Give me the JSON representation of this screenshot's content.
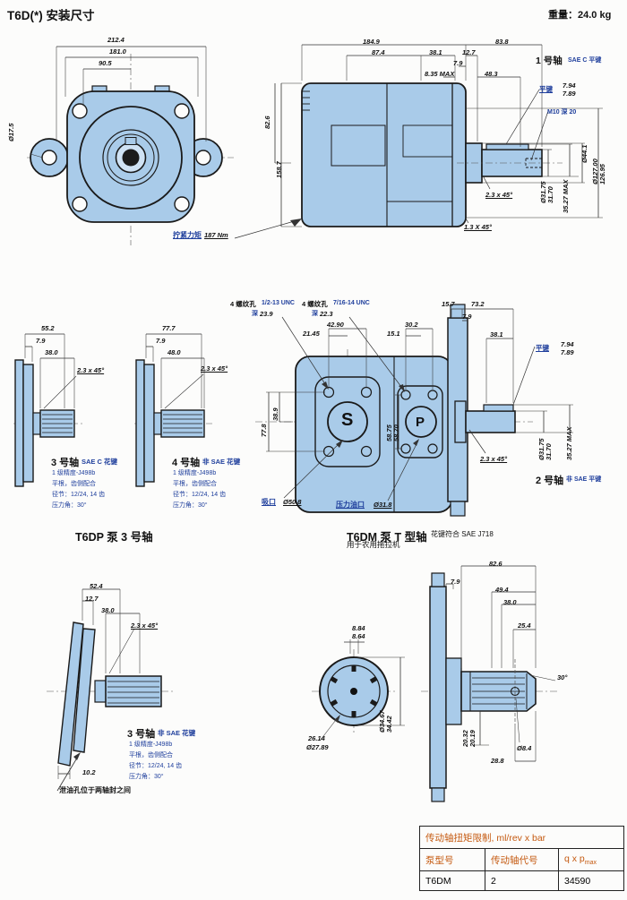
{
  "page": {
    "title": "T6D(*) 安装尺寸",
    "weight_label": "重量：",
    "weight_value": "24.0 kg"
  },
  "front_view": {
    "dim_overall": "212.4",
    "dim_bolt": "181.0",
    "dim_half": "90.5",
    "dim_hole": "Ø17.5",
    "torque_label": "拧紧力矩",
    "torque_value": "187 Nm"
  },
  "side_view": {
    "dim_length": "184.9",
    "dim_shaft_len": "83.8",
    "dim_87": "87.4",
    "dim_38": "38.1",
    "dim_12": "12.7",
    "dim_79": "7.9",
    "dim_835": "8.35 MAX",
    "dim_48": "48.3",
    "dim_height": "158.7",
    "dim_82": "82.6",
    "pilot_hi": "Ø127.00",
    "pilot_lo": "126.95",
    "boss_dia": "Ø44.1",
    "shaft_dia_hi": "Ø31.75",
    "shaft_dia_lo": "31.70",
    "shaft_max": "35.27 MAX",
    "chamfer_1": "2.3 x 45°",
    "chamfer_2": "1.3 X 45°",
    "shaft1_name": "1 号轴",
    "shaft1_type": "SAE C 平键",
    "key_label": "平键",
    "key_hi": "7.94",
    "key_lo": "7.89",
    "m10": "M10 深 20"
  },
  "shaft3": {
    "dim_total": "55.2",
    "dim_79": "7.9",
    "dim_spline": "38.0",
    "chamfer": "2.3 x 45°",
    "name": "3 号轴",
    "type": "SAE C 花键",
    "spec1": "1 级精度-J498b",
    "spec2": "平根，齿侧配合",
    "spec3": "径节：12/24, 14 齿",
    "spec4": "压力角：30°"
  },
  "shaft4": {
    "dim_total": "77.7",
    "dim_79": "7.9",
    "dim_spline": "48.0",
    "chamfer": "2.3 x 45°",
    "name": "4 号轴",
    "type": "非 SAE 花键",
    "spec1": "1 级精度-J498b",
    "spec2": "平根，齿侧配合",
    "spec3": "径节：12/24, 14 齿",
    "spec4": "压力角：30°"
  },
  "captions": {
    "t6dp": "T6DP 泵 3 号轴",
    "t6dm_main": "T6DM 泵 T 型轴",
    "t6dm_spline": "花键符合 SAE J718",
    "t6dm_usage": "用于农用拖拉机"
  },
  "port_view": {
    "thread1_qty": "4 螺纹孔",
    "thread1_spec": "1/2-13 UNC",
    "thread1_depth_label": "深",
    "thread1_depth": "23.9",
    "thread2_qty": "4 螺纹孔",
    "thread2_spec": "7/16-14 UNC",
    "thread2_depth_label": "深",
    "thread2_depth": "22.3",
    "dim_4290": "42.90",
    "dim_2145": "21.45",
    "dim_302": "30.2",
    "dim_151": "15.1",
    "dim_778": "77.8",
    "dim_389": "38.9",
    "dim_p_hi": "58.75",
    "dim_p_lo": "58.70",
    "s_letter": "S",
    "p_letter": "P",
    "suction_label": "吸口",
    "suction_dia": "Ø50.8",
    "pressure_label": "压力油口",
    "pressure_dia": "Ø31.8"
  },
  "shaft2": {
    "dim_157": "15.7",
    "dim_732": "73.2",
    "dim_79": "7.9",
    "dim_381": "38.1",
    "key_label": "平键",
    "key_hi": "7.94",
    "key_lo": "7.89",
    "chamfer": "2.3 x 45°",
    "dia_hi": "Ø31.75",
    "dia_lo": "31.70",
    "max": "35.27 MAX",
    "name": "2 号轴",
    "type": "非 SAE 平键"
  },
  "shaft3b": {
    "dim_total": "52.4",
    "dim_127": "12.7",
    "dim_spline": "38.0",
    "chamfer": "2.3 x 45°",
    "dim_102": "10.2",
    "name": "3 号轴",
    "type": "非 SAE 花键",
    "spec1": "1 级精度-J498b",
    "spec2": "平根，齿侧配合",
    "spec3": "径节：12/24, 14 齿",
    "spec4": "压力角：30°",
    "note": "泄油孔位于两轴封之间"
  },
  "spline_view": {
    "tooth_hi": "8.84",
    "tooth_lo": "8.64",
    "dim_2614": "26.14",
    "dim_2789": "Ø27.89",
    "dia_hi": "Ø34.67",
    "dia_lo": "34.42"
  },
  "tshaft_view": {
    "dim_826": "82.6",
    "dim_79": "7.9",
    "dim_494": "49.4",
    "dim_380": "38.0",
    "dim_254": "25.4",
    "angle": "30°",
    "g_hi": "20.32",
    "g_lo": "20.19",
    "hole": "Ø8.4",
    "dim_288": "28.8"
  },
  "table": {
    "title": "传动轴扭矩限制, ml/rev x bar",
    "col_model": "泵型号",
    "col_shaft": "传动轴代号",
    "col_q_base": "q x p",
    "col_q_sub": "max",
    "val_model": "T6DM",
    "val_shaft": "2",
    "val_q": "34590"
  }
}
